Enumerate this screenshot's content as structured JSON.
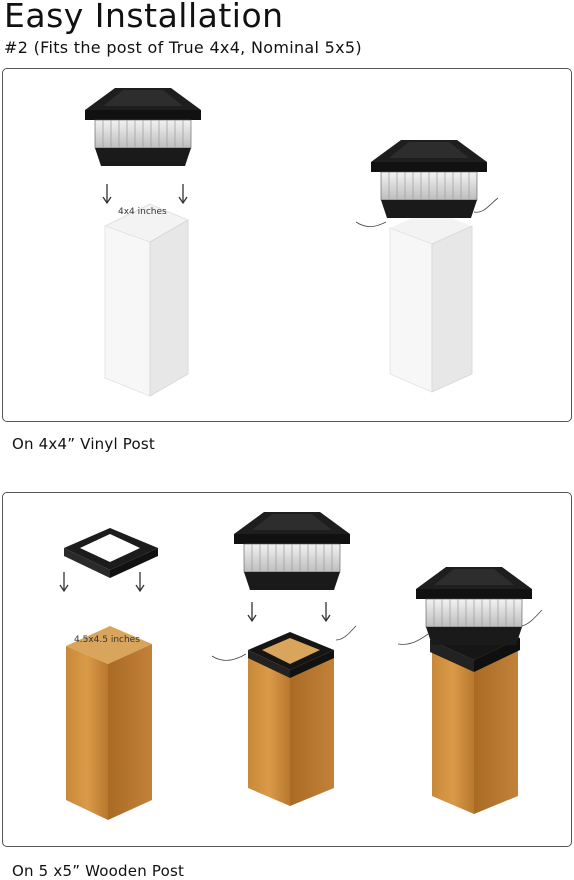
{
  "header": {
    "title": "Easy Installation",
    "subtitle": "#2 (Fits the post of True 4x4, Nominal 5x5)"
  },
  "section1": {
    "caption": "On 4x4”  Vinyl Post",
    "post_label": "4x4 inches"
  },
  "section2": {
    "caption": "On 5 x5”  Wooden Post",
    "post_label": "4.5x4.5 inches"
  },
  "icons": [
    "solar-cap-light-icon",
    "arrow-down-icon",
    "vinyl-post-icon",
    "wooden-post-icon",
    "adapter-base-icon",
    "screw-icon"
  ]
}
